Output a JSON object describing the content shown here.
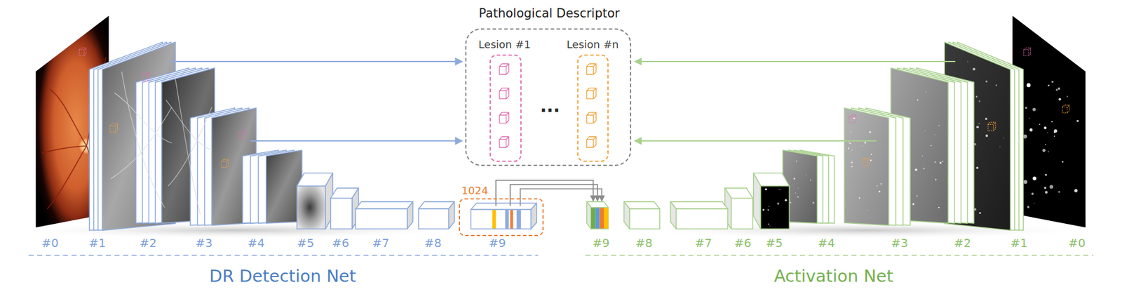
{
  "diagram": {
    "nodes": [
      {
        "text": [
          "Pathological Descriptor",
          "..."
        ]
      },
      {
        "text": [
          "Lesion #1"
        ],
        "in": 0
      },
      {
        "text": [
          "Lesion #n"
        ],
        "in": 0
      },
      {
        "text": [
          "1024"
        ]
      }
    ],
    "labels": [
      "#0",
      "#1",
      "#2",
      "#3",
      "#4",
      "#5",
      "#6",
      "#7",
      "#8",
      "#9",
      "DR Detection Net",
      "#9",
      "#8",
      "#7",
      "#6",
      "#5",
      "#4",
      "#3",
      "#2",
      "#1",
      "#0",
      "Activation Net"
    ]
  }
}
